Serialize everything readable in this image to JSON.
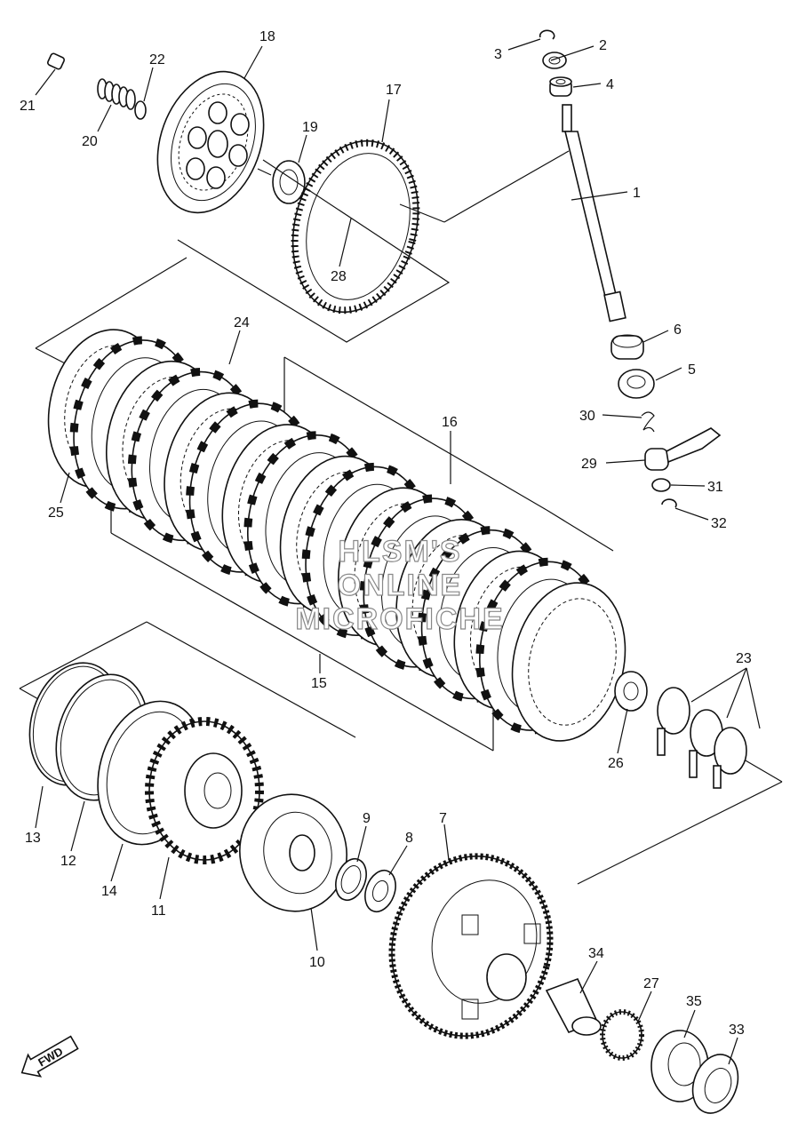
{
  "diagram": {
    "watermark_lines": [
      "HLSM'S",
      "ONLINE",
      "MICROFICHE"
    ],
    "direction_arrow": "FWD",
    "part_numbers": [
      "1",
      "2",
      "3",
      "4",
      "5",
      "6",
      "7",
      "8",
      "9",
      "10",
      "11",
      "12",
      "13",
      "14",
      "15",
      "16",
      "17",
      "18",
      "19",
      "20",
      "21",
      "22",
      "23",
      "24",
      "25",
      "26",
      "27",
      "28",
      "29",
      "30",
      "31",
      "32",
      "33",
      "34",
      "35"
    ]
  }
}
